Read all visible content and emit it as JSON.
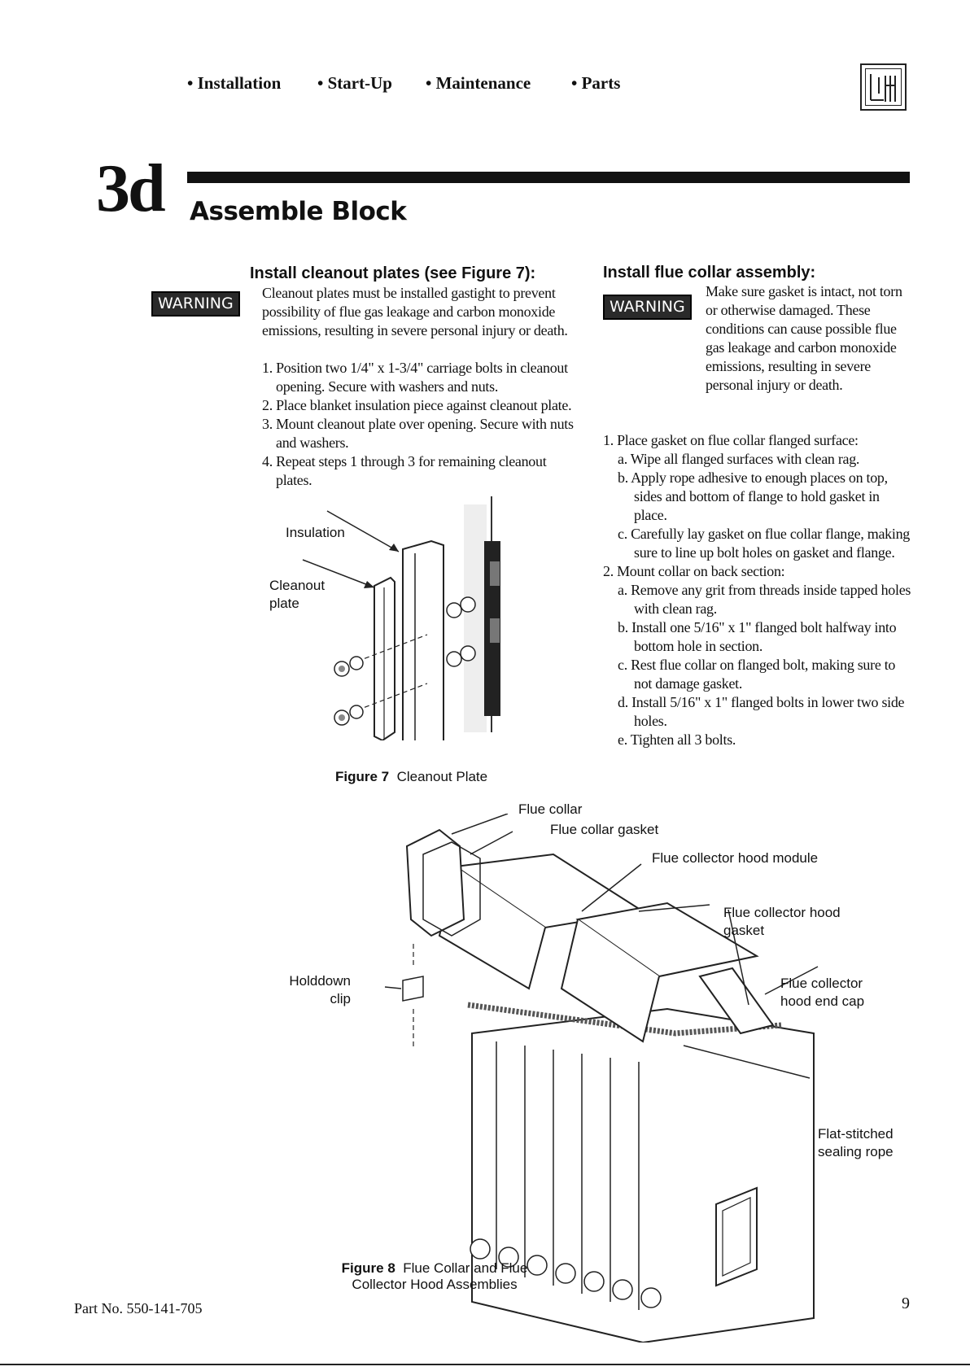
{
  "nav": {
    "items": [
      "• Installation",
      "• Start-Up",
      "• Maintenance",
      "• Parts"
    ]
  },
  "section": {
    "number": "3d",
    "title": "Assemble Block"
  },
  "left": {
    "heading": "Install cleanout plates (see Figure 7):",
    "warning_label": "WARNING",
    "warning_text": "Cleanout plates must be installed gastight to prevent possibility of flue gas leakage and carbon monoxide emissions, resulting in severe personal injury or death.",
    "steps": [
      "1. Position two 1/4\" x 1-3/4\" carriage bolts in cleanout opening. Secure with washers and nuts.",
      "2. Place blanket insulation piece against cleanout plate.",
      "3. Mount cleanout plate over opening. Secure with nuts and washers.",
      "4. Repeat steps 1 through 3 for remaining cleanout plates."
    ]
  },
  "right": {
    "heading": "Install flue collar assembly:",
    "warning_label": "WARNING",
    "warning_text": "Make sure gasket is intact, not torn or otherwise damaged. These conditions can cause possible flue gas leakage and carbon monoxide emissions, resulting in severe personal injury or death.",
    "step1": "1. Place gasket on flue collar flanged surface:",
    "step1_sub": [
      "a. Wipe all flanged surfaces with clean rag.",
      "b. Apply rope adhesive to enough places on top, sides and bottom of flange to hold gasket in place.",
      "c. Carefully lay gasket on flue collar flange, making sure to line up bolt holes on gasket and flange."
    ],
    "step2": "2. Mount collar on back section:",
    "step2_sub": [
      "a. Remove any grit from threads inside tapped holes with clean rag.",
      "b. Install one 5/16\" x 1\" flanged bolt halfway into bottom hole in section.",
      "c. Rest flue collar on flanged bolt, making sure to not damage gasket.",
      "d. Install 5/16\" x 1\" flanged bolts in lower two side holes.",
      "e. Tighten all 3 bolts."
    ]
  },
  "figure7": {
    "label_insulation": "Insulation",
    "label_cleanout": "Cleanout plate",
    "caption_bold": "Figure 7",
    "caption_text": "Cleanout Plate"
  },
  "figure8": {
    "label_flue_collar": "Flue collar",
    "label_flue_collar_gasket": "Flue collar gasket",
    "label_hood_module": "Flue collector hood module",
    "label_hood_gasket": "Flue collector hood gasket",
    "label_end_cap": "Flue collector hood end cap",
    "label_holddown": "Holddown clip",
    "label_rope": "Flat-stitched sealing rope",
    "caption_bold": "Figure 8",
    "caption_text": "Flue Collar and Flue Collector Hood Assemblies"
  },
  "footer": {
    "part_no": "Part No. 550-141-705",
    "page": "9"
  }
}
